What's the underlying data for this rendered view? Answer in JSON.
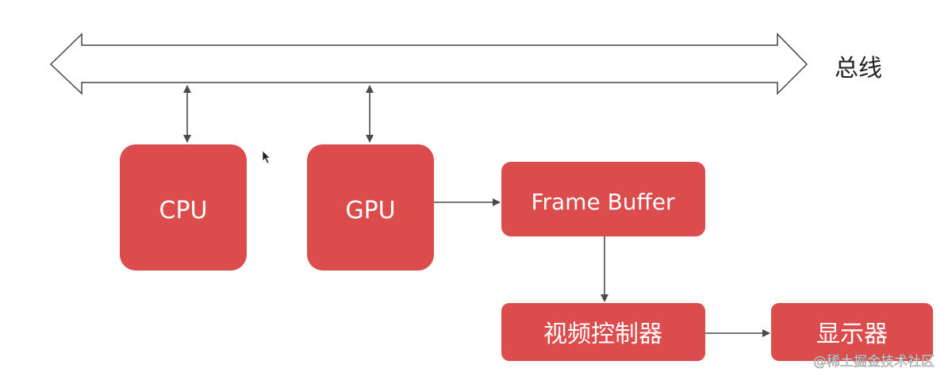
{
  "diagram": {
    "bus_label": "总线",
    "nodes": {
      "cpu": "CPU",
      "gpu": "GPU",
      "frame_buffer": "Frame Buffer",
      "video_controller": "视频控制器",
      "display": "显示器"
    },
    "colors": {
      "box_fill": "#dd4c4c",
      "text": "#ffffff",
      "line": "#4a4a4a",
      "bus_stroke": "#444444"
    }
  },
  "watermark": "@稀土掘金技术社区"
}
